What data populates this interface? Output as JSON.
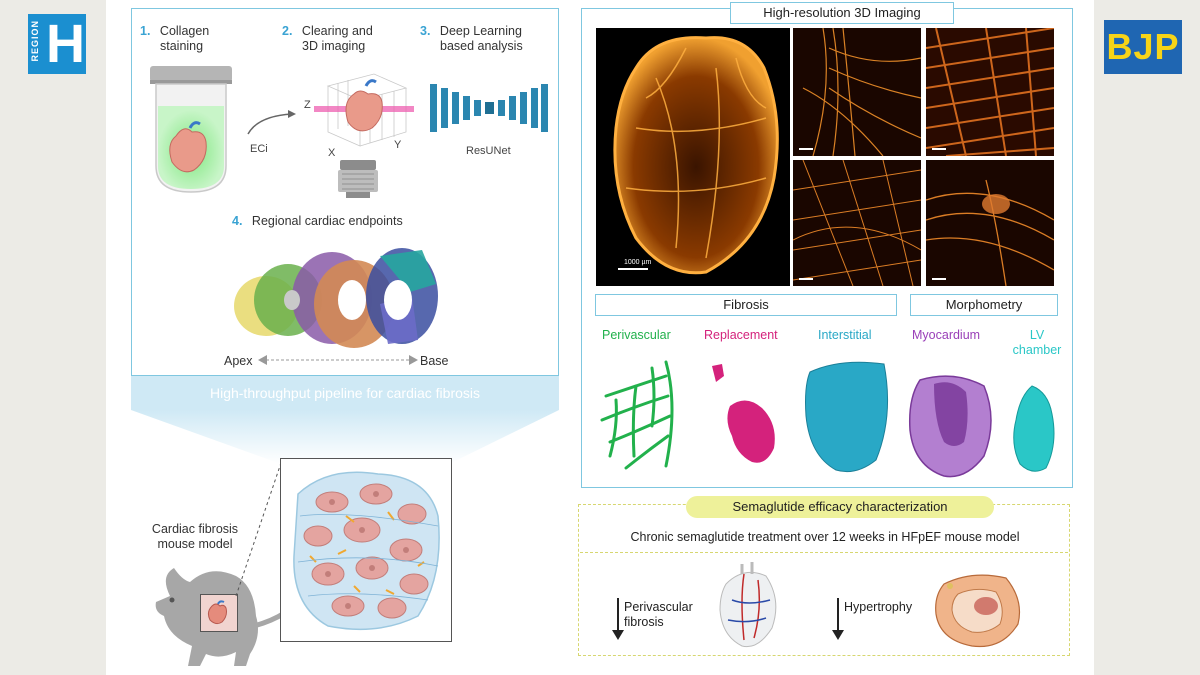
{
  "logos": {
    "left_region_text": "REGION",
    "left_mark": "H",
    "right_text": "BJP"
  },
  "pipeline": {
    "steps": [
      {
        "num": "1.",
        "label_l1": "Collagen",
        "label_l2": "staining"
      },
      {
        "num": "2.",
        "label_l1": "Clearing and",
        "label_l2": "3D imaging"
      },
      {
        "num": "3.",
        "label_l1": "Deep Learning",
        "label_l2": "based analysis"
      },
      {
        "num": "4.",
        "label_l1": "Regional cardiac endpoints",
        "label_l2": ""
      }
    ],
    "eci": "ECi",
    "axes": {
      "z": "Z",
      "x": "X",
      "y": "Y"
    },
    "resunet": "ResUNet",
    "apex": "Apex",
    "base": "Base",
    "banner": "High-throughput pipeline for cardiac fibrosis"
  },
  "model": {
    "label_l1": "Cardiac fibrosis",
    "label_l2": "mouse model"
  },
  "imaging": {
    "title": "High-resolution 3D Imaging",
    "scale_label": "1000 µm",
    "fibrosis_title": "Fibrosis",
    "morphometry_title": "Morphometry",
    "segments": [
      {
        "label_l1": "Perivascular",
        "label_l2": "",
        "color": "#22b14c"
      },
      {
        "label_l1": "Replacement",
        "label_l2": "",
        "color": "#d4227c"
      },
      {
        "label_l1": "Interstitial",
        "label_l2": "",
        "color": "#29a8c6"
      },
      {
        "label_l1": "Myocardium",
        "label_l2": "",
        "color": "#9a3fb8"
      },
      {
        "label_l1": "LV",
        "label_l2": "chamber",
        "color": "#2ac7c7"
      }
    ]
  },
  "semaglutide": {
    "title": "Semaglutide efficacy characterization",
    "subtitle": "Chronic semaglutide treatment over 12 weeks in HFpEF mouse model",
    "result1_l1": "Perivascular",
    "result1_l2": "fibrosis",
    "result2": "Hypertrophy"
  },
  "colors": {
    "panel_border": "#7fc7e0",
    "accent_blue": "#3aa3d3",
    "highlight_yellow": "#eef19a"
  }
}
